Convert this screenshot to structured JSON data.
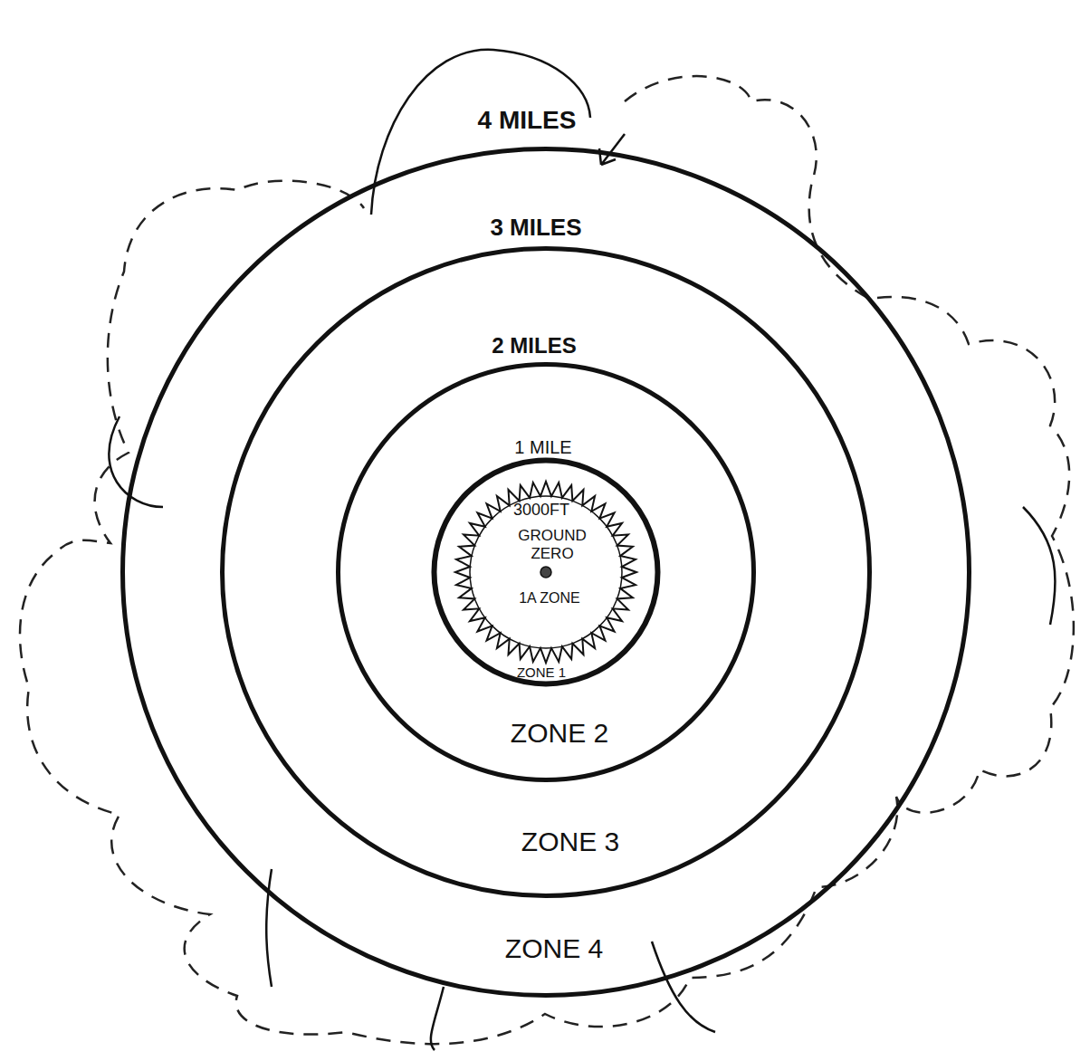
{
  "diagram": {
    "nodes": [
      {
        "text": [
          "4 MILES",
          "ZONE 4"
        ]
      },
      {
        "text": [
          "3 MILES",
          "ZONE 3"
        ],
        "in": 0
      },
      {
        "text": [
          "2 MILES",
          "ZONE 2"
        ],
        "in": 1
      },
      {
        "text": [
          "1 MILE",
          "ZONE 1"
        ],
        "in": 2
      },
      {
        "text": [
          "3000FT",
          "GROUND ZERO",
          "1A ZONE"
        ],
        "in": 3
      }
    ]
  }
}
